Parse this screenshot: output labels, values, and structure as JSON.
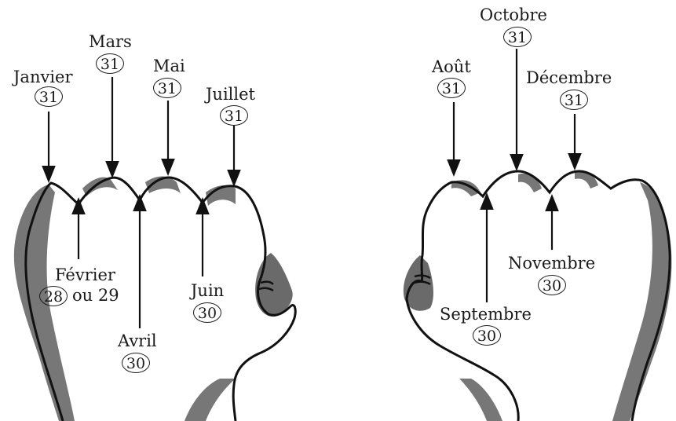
{
  "left_fist": {
    "janvier": {
      "name": "Janvier",
      "days": "31"
    },
    "fevrier": {
      "name": "Février",
      "days": "28",
      "suffix": "ou 29"
    },
    "mars": {
      "name": "Mars",
      "days": "31"
    },
    "avril": {
      "name": "Avril",
      "days": "30"
    },
    "mai": {
      "name": "Mai",
      "days": "31"
    },
    "juin": {
      "name": "Juin",
      "days": "30"
    },
    "juillet": {
      "name": "Juillet",
      "days": "31"
    }
  },
  "right_fist": {
    "aout": {
      "name": "Août",
      "days": "31"
    },
    "septembre": {
      "name": "Septembre",
      "days": "30"
    },
    "octobre": {
      "name": "Octobre",
      "days": "31"
    },
    "novembre": {
      "name": "Novembre",
      "days": "30"
    },
    "decembre": {
      "name": "Décembre",
      "days": "31"
    }
  }
}
